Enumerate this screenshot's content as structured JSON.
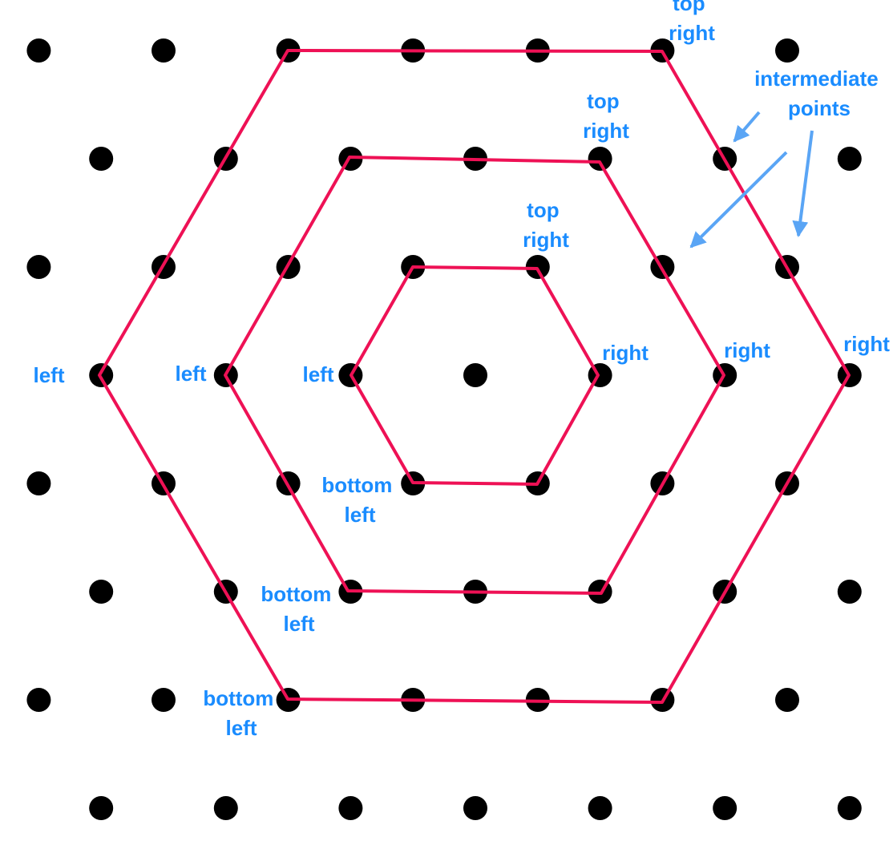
{
  "colors": {
    "background": "#ffffff",
    "dot": "#000000",
    "hexagon": "#ee1155",
    "label": "#1a8cff",
    "arrow": "#5aa5f5"
  },
  "labels": {
    "top_right": [
      "top",
      "right"
    ],
    "right": "right",
    "left": "left",
    "bottom_left": [
      "bottom",
      "left"
    ],
    "intermediate_points": [
      "intermediate",
      "points"
    ]
  }
}
